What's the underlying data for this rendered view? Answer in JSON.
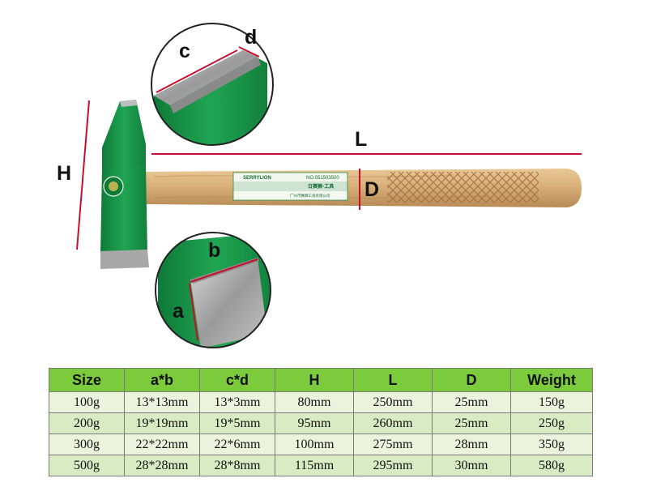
{
  "labels": {
    "h": "H",
    "l": "L",
    "d_upper": "D",
    "c": "c",
    "d_lower": "d",
    "b": "b",
    "a": "a"
  },
  "handle_label": {
    "brand": "SERRYLION",
    "model": "NO.051503500",
    "brand_cn": "日赛狮·工具",
    "company": "广州市赛狮工具有限公司"
  },
  "colors": {
    "head_green": "#1a9a4a",
    "wood": "#d9b07a",
    "dimension_red": "#c8102e",
    "table_header": "#7ccb3c",
    "table_row_light": "#ebf3dd",
    "table_row_dark": "#d9ebc2"
  },
  "table": {
    "headers": [
      "Size",
      "a*b",
      "c*d",
      "H",
      "L",
      "D",
      "Weight"
    ],
    "rows": [
      [
        "100g",
        "13*13mm",
        "13*3mm",
        "80mm",
        "250mm",
        "25mm",
        "150g"
      ],
      [
        "200g",
        "19*19mm",
        "19*5mm",
        "95mm",
        "260mm",
        "25mm",
        "250g"
      ],
      [
        "300g",
        "22*22mm",
        "22*6mm",
        "100mm",
        "275mm",
        "28mm",
        "350g"
      ],
      [
        "500g",
        "28*28mm",
        "28*8mm",
        "115mm",
        "295mm",
        "30mm",
        "580g"
      ]
    ]
  }
}
